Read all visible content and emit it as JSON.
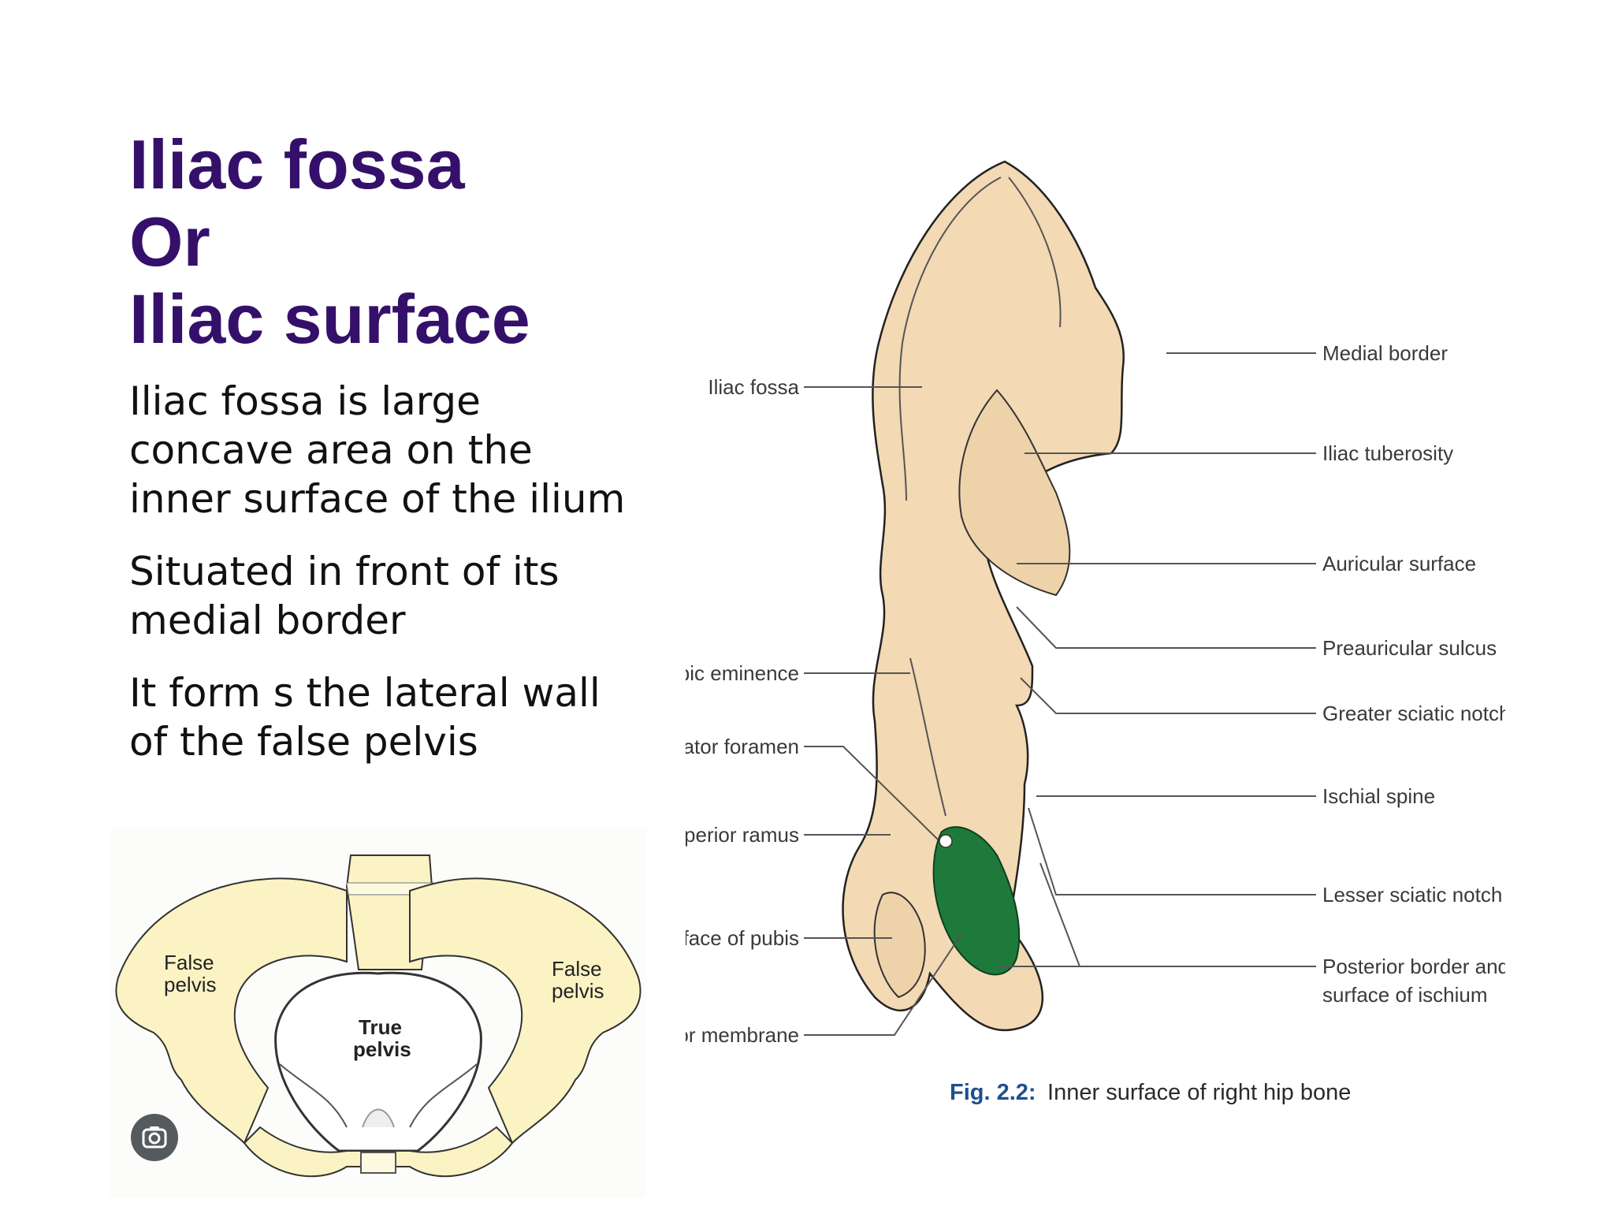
{
  "title": {
    "line1": "Iliac fossa",
    "line2": "Or",
    "line3": "Iliac surface"
  },
  "paragraphs": [
    "Iliac fossa is large concave area on the inner surface of the ilium",
    "Situated in front of its medial border",
    "It form s the lateral wall of the false pelvis"
  ],
  "pelvis_figure": {
    "false_left": [
      "False",
      "pelvis"
    ],
    "false_right": [
      "False",
      "pelvis"
    ],
    "true": [
      "True",
      "pelvis"
    ]
  },
  "hip_figure": {
    "labels_left": {
      "iliac_fossa": "Iliac fossa",
      "iliopubic_eminence": "Iliopubic eminence",
      "obturator_foramen": "Obturator foramen",
      "pelvic_surface": "Pelvic surface of superior ramus",
      "symphyseal_surface": "Symphyseal surface of pubis",
      "obturator_membrane": "Obturator membrane"
    },
    "labels_right": {
      "medial_border": "Medial border",
      "iliac_tuberosity": "Iliac tuberosity",
      "auricular_surface": "Auricular surface",
      "preauricular_sulcus": "Preauricular sulcus",
      "greater_sciatic_notch": "Greater sciatic notch",
      "ischial_spine": "Ischial spine",
      "lesser_sciatic_notch": "Lesser sciatic notch",
      "posterior_border_l1": "Posterior border and pelvic",
      "posterior_border_l2": "surface of ischium"
    },
    "caption_prefix": "Fig. 2.2:",
    "caption_text": "Inner surface of right hip bone"
  },
  "colors": {
    "title": "#35106a",
    "bone": "#f3d9b4",
    "membrane": "#1e7a3a",
    "pelvis_bone": "#fbf3c4"
  },
  "icons": {
    "camera": "lens-search-icon"
  }
}
